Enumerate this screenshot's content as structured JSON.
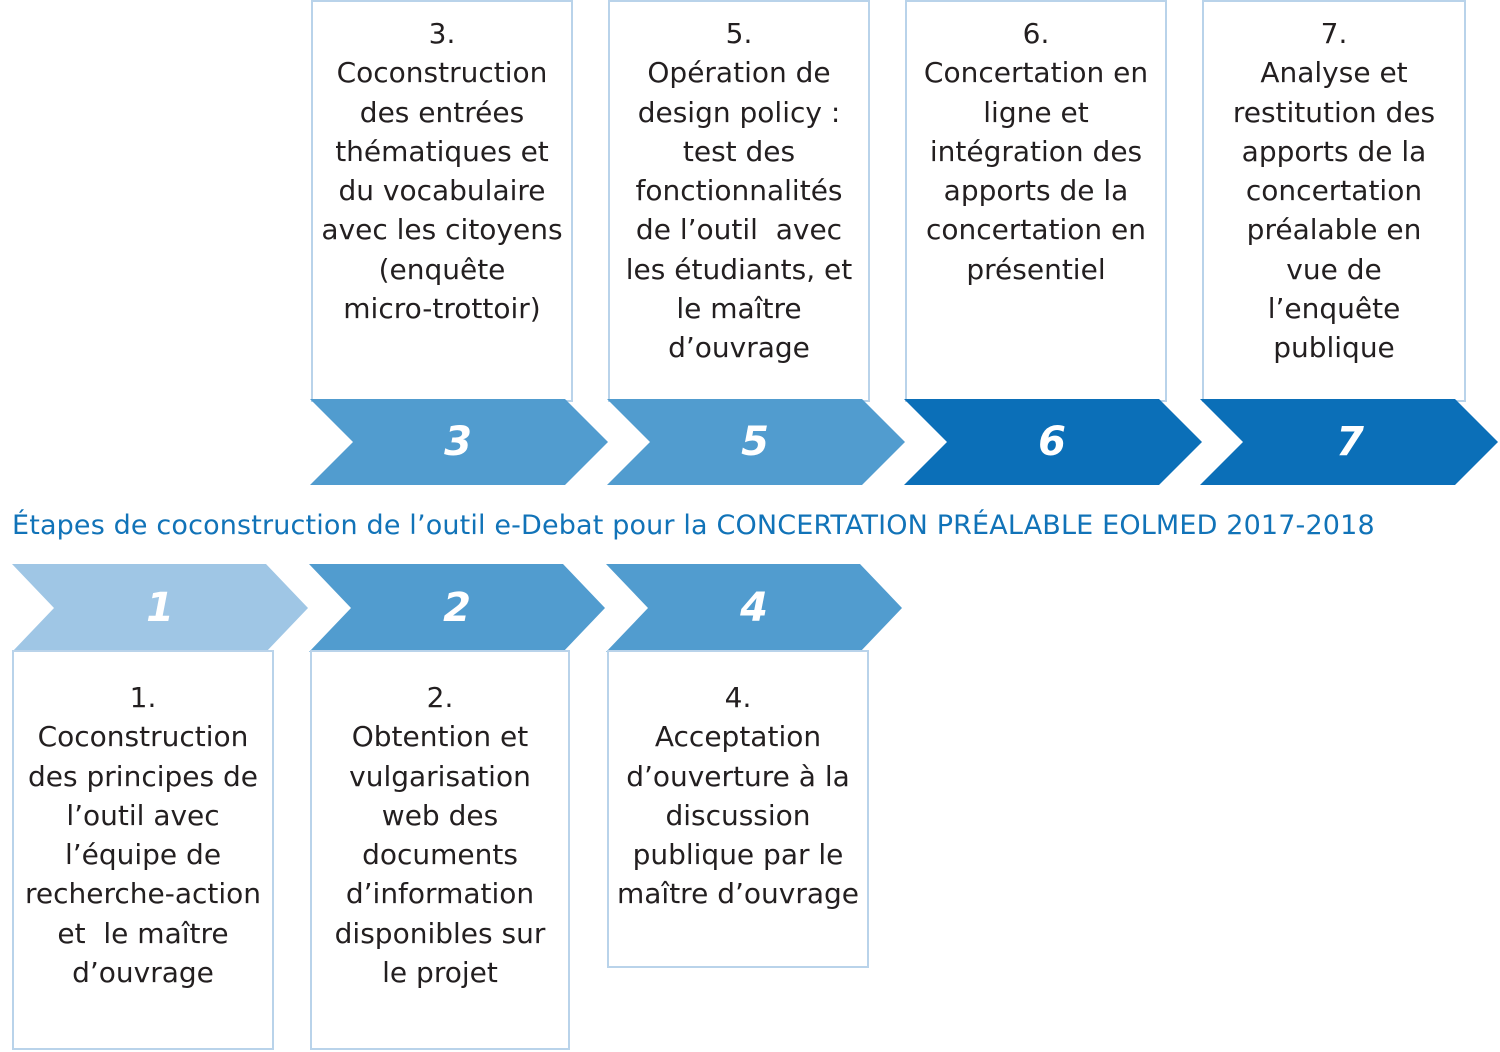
{
  "title": "Étapes de coconstruction de l’outil e-Debat pour la CONCERTATION PRÉALABLE EOLMED 2017-2018",
  "colors": {
    "light": "#9fc6e5",
    "medium": "#519ccf",
    "dark": "#0b6fb8",
    "box_border": "#b9d3ea",
    "title": "#1173b8"
  },
  "top_steps": [
    {
      "number": "3",
      "lines": [
        "3.",
        "Coconstruction",
        "des entrées",
        "thématiques et",
        "du vocabulaire",
        "avec les citoyens",
        "(enquête",
        "micro-trottoir)"
      ]
    },
    {
      "number": "5",
      "lines": [
        "5.",
        "Opération de",
        "design policy :",
        "test des",
        "fonctionnalités",
        "de l’outil  avec",
        "les étudiants, et",
        "le maître",
        "d’ouvrage"
      ]
    },
    {
      "number": "6",
      "lines": [
        "6.",
        "Concertation en",
        "ligne et",
        "intégration des",
        "apports de la",
        "concertation en",
        "présentiel"
      ]
    },
    {
      "number": "7",
      "lines": [
        "7.",
        "Analyse et",
        "restitution des",
        "apports de la",
        "concertation",
        "préalable en",
        "vue de",
        "l’enquête",
        "publique"
      ]
    }
  ],
  "bottom_steps": [
    {
      "number": "1",
      "lines": [
        "1.",
        "Coconstruction",
        "des principes de",
        "l’outil avec",
        "l’équipe de",
        "recherche-action",
        "et  le maître",
        "d’ouvrage"
      ]
    },
    {
      "number": "2",
      "lines": [
        "2.",
        "Obtention et",
        "vulgarisation",
        "web des",
        "documents",
        "d’information",
        "disponibles sur",
        "le projet"
      ]
    },
    {
      "number": "4",
      "lines": [
        "4.",
        "Acceptation",
        "d’ouverture à la",
        "discussion",
        "publique par le",
        "maître d’ouvrage"
      ]
    }
  ]
}
